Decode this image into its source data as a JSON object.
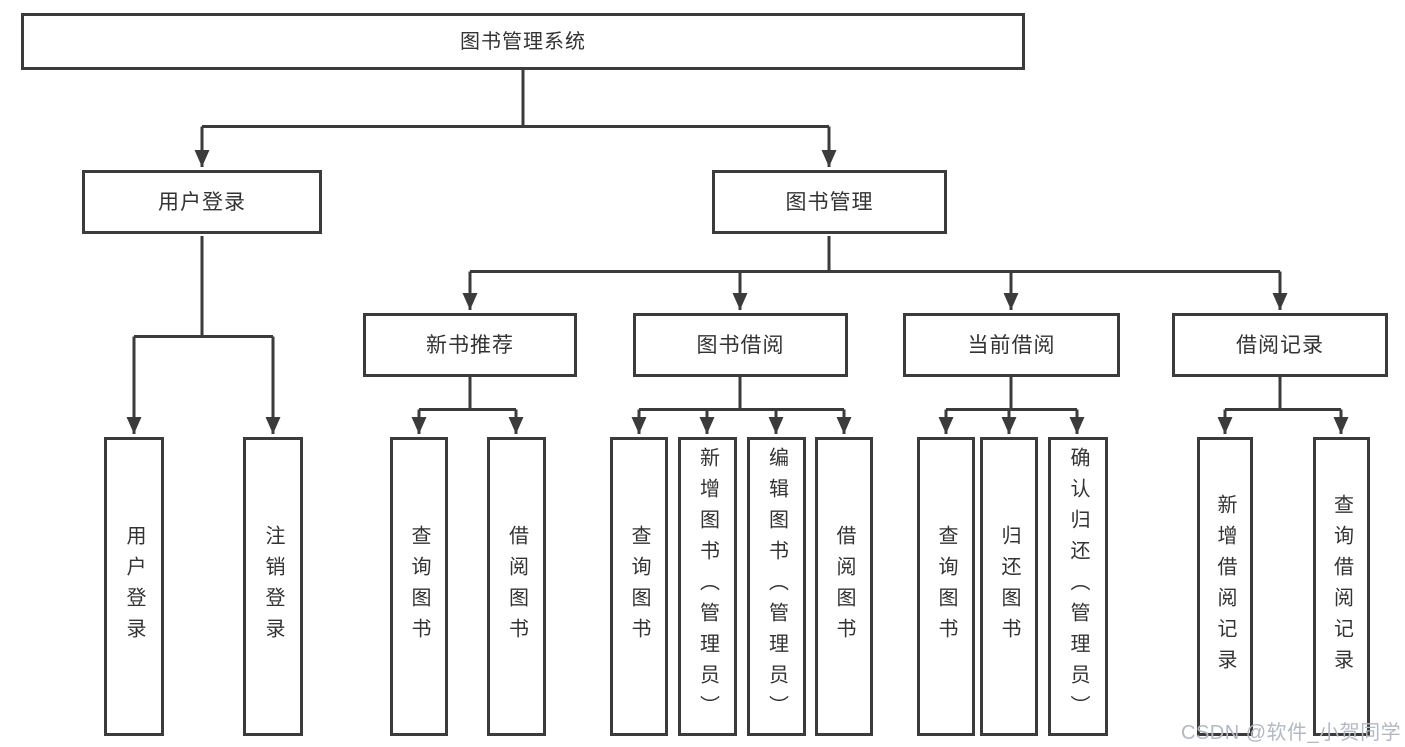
{
  "tree": {
    "label": "图书管理系统",
    "children": [
      {
        "label": "用户登录",
        "children": [
          {
            "label": "用户登录"
          },
          {
            "label": "注销登录"
          }
        ]
      },
      {
        "label": "图书管理",
        "children": [
          {
            "label": "新书推荐",
            "children": [
              {
                "label": "查询图书"
              },
              {
                "label": "借阅图书"
              }
            ]
          },
          {
            "label": "图书借阅",
            "children": [
              {
                "label": "查询图书"
              },
              {
                "label": "新增图书（管理员）"
              },
              {
                "label": "编辑图书（管理员）"
              },
              {
                "label": "借阅图书"
              }
            ]
          },
          {
            "label": "当前借阅",
            "children": [
              {
                "label": "查询图书"
              },
              {
                "label": "归还图书"
              },
              {
                "label": "确认归还（管理员）"
              }
            ]
          },
          {
            "label": "借阅记录",
            "children": [
              {
                "label": "新增借阅记录"
              },
              {
                "label": "查询借阅记录"
              }
            ]
          }
        ]
      }
    ]
  },
  "watermark": {
    "text": "CSDN @软件_小贺同学"
  },
  "colors": {
    "line": "#3b3b3b",
    "text": "#333333",
    "background": "#ffffff",
    "watermark": "#b3b8c2"
  }
}
